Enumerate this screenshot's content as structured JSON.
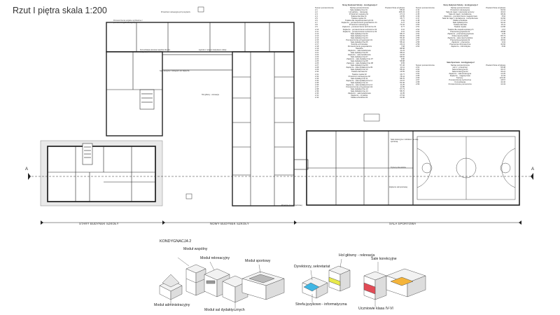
{
  "title": "Rzut I piętra skala 1:200",
  "sections": {
    "stary": "STARY BUDYNEK SZKOŁY",
    "nowy": "NOWY BUDYNEK SZKOŁY",
    "sala": "SALA SPORTOWA"
  },
  "section_mark": "A",
  "kondygnacja": "KONDYGNACJA 2",
  "modules": {
    "wspolny": "Moduł wspólny",
    "rekreacyjny": "Moduł rekreacyjny",
    "sportowy": "Moduł sportowy",
    "administracyjny": "Moduł administracyjny",
    "dydaktyczny": "Moduł sal dydaktycznych"
  },
  "legend": {
    "dyrektorzy": "Dyrektorzy, sekretariat",
    "hol": "Hol główny - rekreacja",
    "sale_korekcyjne": "Sale korekcyjne",
    "strefa": "Strefa językowo - informatyczna",
    "uczniowie": "Uczniowie klasa IV-VI"
  },
  "colors": {
    "blue": "#3fb6e4",
    "yellow": "#e8ea4a",
    "red": "#e24b56",
    "orange": "#f4b43a",
    "grey": "#b9b9b9"
  },
  "table1": {
    "title": "Nowy Budynek Szkoły - kondygnacja 2",
    "headers": [
      "Numer pomieszczenia",
      "Nazwa pomieszczenia",
      "Powierzchnia użytkowa"
    ],
    "rows": [
      [
        "2.1",
        "Sala dydaktyczna 01",
        "58.94"
      ],
      [
        "2.2",
        "Hol główny - rekreacja",
        "195.43"
      ],
      [
        "2.3",
        "Przestrzeń socjalna 01",
        "27.13"
      ],
      [
        "2.4",
        "Toaleta damska 01",
        "16.55"
      ],
      [
        "2.5",
        "Toaleta męska 01",
        "15.77"
      ],
      [
        "2.6",
        "Toaleta dla niepełnosprawnych 01",
        "4.54"
      ],
      [
        "2.7",
        "Zaplecze - pomieszczenie gospodarcze 01",
        "4.27"
      ],
      [
        "2.8",
        "Przestrzeń rekreacyjna",
        "72.32"
      ],
      [
        "2.9",
        "Zaplecze - pomieszczenie techniczne 01",
        "9.77"
      ],
      [
        "2.10",
        "Zaplecze - pomieszczenie techniczne 02",
        "4.10"
      ],
      [
        "2.11",
        "Zaplecze - pomieszczenie techniczne 03",
        "4.10"
      ],
      [
        "2.12",
        "Sala dydaktyczna 02",
        "58.47"
      ],
      [
        "2.13",
        "Sala dydaktyczna 03",
        "56.92"
      ],
      [
        "2.14",
        "Sala dydaktyczna 04",
        "56.46"
      ],
      [
        "2.15",
        "Pomieszczenie przygotowań 01",
        "12.63"
      ],
      [
        "2.16",
        "Sala dydaktyczna 05",
        "58.44"
      ],
      [
        "2.17",
        "Szatnia uczniowska",
        "26.13"
      ],
      [
        "2.18",
        "Pomieszczenie gospodarcze",
        "7.68"
      ],
      [
        "2.19",
        "Świetlica",
        "88.58"
      ],
      [
        "2.20",
        "Zaplecze - sala świetlicowa",
        "11.24"
      ],
      [
        "2.21",
        "Sala dydaktyczna 06",
        "58.16"
      ],
      [
        "2.22",
        "Zaplecze - sala świetlicowa",
        "10.02"
      ],
      [
        "2.23",
        "Sala dydaktyczna 07",
        "58.52"
      ],
      [
        "2.24",
        "Zaplecze - sala dydaktyczna 07",
        "9.80"
      ],
      [
        "2.25",
        "Sala dydaktyczna 08",
        "58.88"
      ],
      [
        "2.26",
        "Zaplecze - sala dydaktyczna 08",
        "9.65"
      ],
      [
        "2.27",
        "Sala dydaktyczna 09",
        "57.46"
      ],
      [
        "2.28",
        "Zaplecze - sala dydaktyczna 09",
        "10.11"
      ],
      [
        "2.29",
        "Sala dydaktyczna 10",
        "58.32"
      ],
      [
        "2.30",
        "Toaleta damska 02",
        "16.55"
      ],
      [
        "2.31",
        "Toaleta męska 02",
        "15.77"
      ],
      [
        "2.32",
        "Przestrzeń rekreacyjna 02",
        "78.44"
      ],
      [
        "2.33",
        "Sala dydaktyczna 11",
        "58.76"
      ],
      [
        "2.34",
        "Zaplecze - sala dydaktyczna 11",
        "10.07"
      ],
      [
        "2.35",
        "Sala dydaktyczna 12",
        "52.36"
      ],
      [
        "2.36",
        "Zaplecze - sala dydaktyczna 12",
        "11.25"
      ],
      [
        "2.37",
        "Pomieszczenie przygotowań 02",
        "11.85"
      ],
      [
        "2.38",
        "Sala dydaktyczna 13",
        "57.73"
      ],
      [
        "2.39",
        "Sala dydaktyczna 14",
        "58.70"
      ],
      [
        "2.40",
        "Zaplecze - sala świetlicowa",
        "11.05"
      ],
      [
        "2.41",
        "Zaplecze - czytelnia",
        "27.62"
      ],
      [
        "2.42",
        "Klatka schodowa 02",
        "22.96"
      ]
    ]
  },
  "table2": {
    "title": "Stary Budynek Szkoły - kondygnacja 2",
    "headers": [
      "Numer pomieszczenia",
      "Nazwa pomieszczenia",
      "Powierzchnia użytkowa"
    ],
    "rows": [
      [
        "2.43",
        "Przestrzeń rekreacyjna",
        "93.63"
      ],
      [
        "2.44",
        "Sala do zajęć z pierwszej pomocy",
        "40.16"
      ],
      [
        "2.45",
        "Sala do zajęć z kształcenia",
        "38.49"
      ],
      [
        "2.46",
        "Zaplecze - pomieszczenie magazynowe",
        "8.62"
      ],
      [
        "2.47",
        "Sala do zajęć z kształcenia - komputerowa",
        "34.82"
      ],
      [
        "2.48",
        "Klatka schodowa",
        "17.44"
      ],
      [
        "2.49",
        "Sala dydaktyczna",
        "34.42"
      ],
      [
        "2.50",
        "Toaleta damska",
        "16.11"
      ],
      [
        "2.51",
        "Toaleta męska",
        "14.86"
      ],
      [
        "2.52",
        "Toaleta dla niepełnosprawnych",
        "4.67"
      ],
      [
        "2.53",
        "Pracownia językowa 01",
        "38.88"
      ],
      [
        "2.54",
        "Zaplecze - pracownia językowa",
        "6.35"
      ],
      [
        "2.55",
        "Pokój nauczycielski",
        "65.73"
      ],
      [
        "2.56",
        "Zaplecze - sala nauczycielska",
        "11.05"
      ],
      [
        "2.57",
        "Pracownia językowa 02",
        "35.84"
      ],
      [
        "2.58",
        "Zaplecze - pracownia",
        "9.04"
      ],
      [
        "2.59",
        "Pracownia informatyczna",
        "40.66"
      ],
      [
        "2.60",
        "Zaplecze - informatyka",
        "8.90"
      ]
    ]
  },
  "table3": {
    "title": "Sala Sportowa - kondygnacja 2",
    "headers": [
      "Numer pomieszczenia",
      "Nazwa pomieszczenia",
      "Powierzchnia użytkowa"
    ],
    "rows": [
      [
        "2.61",
        "Hol 1 - przestrzeń",
        "65.08"
      ],
      [
        "2.62",
        "Sala korekcyjna 01",
        "33.47"
      ],
      [
        "2.63",
        "Sala korekcyjna 02",
        "33.24"
      ],
      [
        "2.64",
        "Zaplecze - sala korekcyjna",
        "12.25"
      ],
      [
        "2.65",
        "Zaplecze - magazynowe",
        "11.03"
      ],
      [
        "2.66",
        "Trybuny",
        "123.30"
      ],
      [
        "2.67",
        "Pomieszczenie techniczne",
        "18.57"
      ],
      [
        "2.68",
        "Komunikacja",
        "42.40"
      ],
      [
        "2.69",
        "Pomieszczenie pomocnicze",
        "10.43"
      ]
    ]
  },
  "callouts": [
    "Pomieszczenia socjalne wydzielone z przestrzeni ogólnodostępnej",
    "Przestrzeń rekreacyjna przy korytarzu",
    "Komunikacja pionowa wspólna dla obu budynków",
    "Łącznik z nowym budynkiem szkoły",
    "Sale lekcyjne z dostępem do zaplecza",
    "Hol główny - rekreacja",
    "Sala korekcyjna z widokiem na salę sportową",
    "Trybuny dla widzów",
    "Zaplecze sali sportowej",
    "Przejście do sali sportowej"
  ]
}
